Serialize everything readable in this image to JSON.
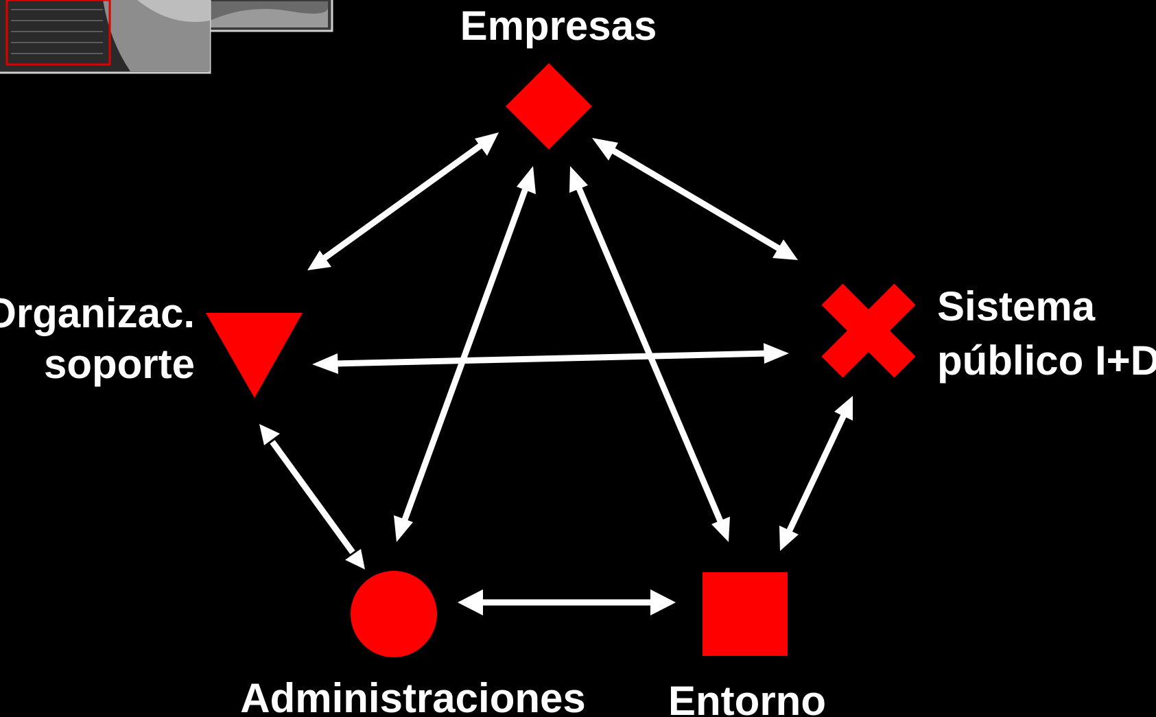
{
  "colors": {
    "background": "#000000",
    "node_fill": "#ff0000",
    "arrow": "#ffffff",
    "text": "#ffffff",
    "thumbnail_frame_accent": "#e00000",
    "thumbnail_border": "#cfcfcf"
  },
  "thumbnails": [
    {
      "name": "photo-thumbnail-1",
      "description_icon": "photo-icon"
    },
    {
      "name": "photo-thumbnail-2",
      "description_icon": "photo-icon"
    }
  ],
  "nodes": {
    "empresas": {
      "label": "Empresas",
      "shape": "diamond"
    },
    "sistema": {
      "label_line1": "Sistema",
      "label_line2": "público I+D",
      "shape": "x-cross"
    },
    "entorno": {
      "label": "Entorno",
      "shape": "square"
    },
    "administraciones": {
      "label": "Administraciones",
      "shape": "circle"
    },
    "organizac": {
      "label_line1": "Organizac.",
      "label_line2": "soporte",
      "shape": "triangle-down"
    }
  },
  "connections": [
    {
      "from": "Empresas",
      "to": "Organizac. soporte",
      "direction": "bidirectional"
    },
    {
      "from": "Empresas",
      "to": "Sistema público I+D",
      "direction": "bidirectional"
    },
    {
      "from": "Empresas",
      "to": "Administraciones",
      "direction": "bidirectional"
    },
    {
      "from": "Empresas",
      "to": "Entorno",
      "direction": "bidirectional"
    },
    {
      "from": "Organizac. soporte",
      "to": "Sistema público I+D",
      "direction": "bidirectional"
    },
    {
      "from": "Organizac. soporte",
      "to": "Administraciones",
      "direction": "bidirectional"
    },
    {
      "from": "Sistema público I+D",
      "to": "Entorno",
      "direction": "bidirectional"
    },
    {
      "from": "Administraciones",
      "to": "Entorno",
      "direction": "bidirectional"
    }
  ]
}
